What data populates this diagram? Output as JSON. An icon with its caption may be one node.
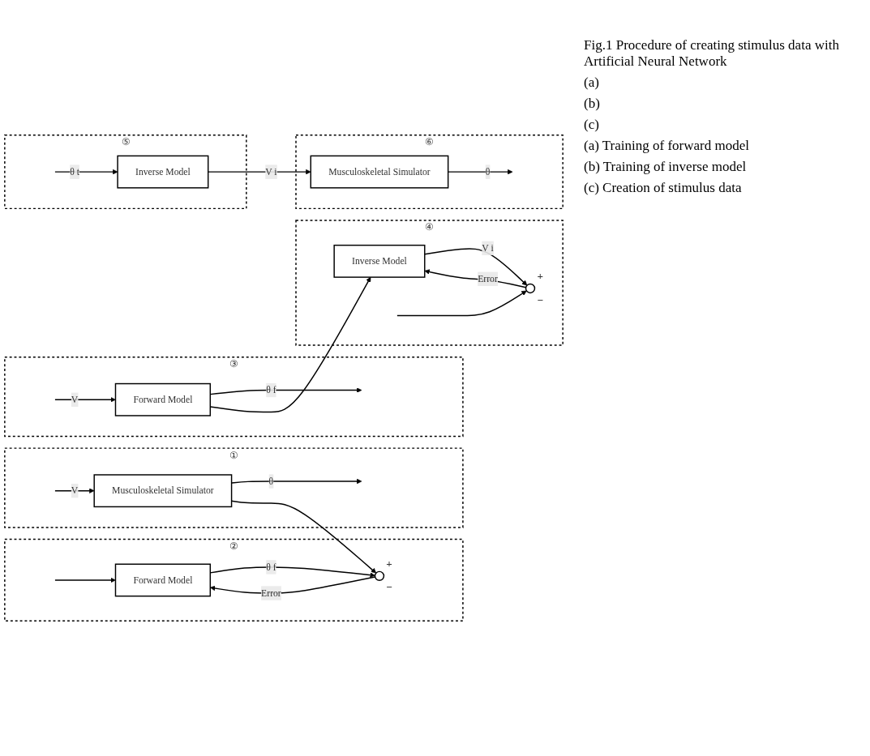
{
  "diagram": {
    "caption": "Fig.1 Procedure of creating stimulus data with Artificial Neural Network",
    "nodes": [
      {
        "text": [
          "②"
        ]
      },
      {
        "text": [
          "Forward Model"
        ],
        "in": 0
      },
      {
        "text": [],
        "shape": "circle",
        "in": 0,
        "beside": [
          "+",
          "−"
        ]
      },
      {
        "text": [
          "①"
        ]
      },
      {
        "text": [
          "Musculoskeletal Simulator"
        ],
        "in": 3
      },
      {
        "text": [
          "④"
        ]
      },
      {
        "text": [
          "Inverse Model"
        ],
        "in": 5
      },
      {
        "text": [],
        "shape": "circle",
        "in": 5,
        "beside": [
          "+",
          "−"
        ]
      },
      {
        "text": [
          "③"
        ]
      },
      {
        "text": [
          "Forward Model"
        ],
        "in": 8
      },
      {
        "text": [
          "⑤"
        ]
      },
      {
        "text": [
          "Inverse Model"
        ],
        "in": 10
      },
      {
        "text": [
          "⑥"
        ]
      },
      {
        "text": [
          "Musculoskeletal Simulator"
        ],
        "in": 12
      }
    ],
    "edges": [
      {
        "from": null,
        "to": 4,
        "arrow": "to",
        "label": "V"
      },
      {
        "from": null,
        "to": 1,
        "arrow": "to"
      },
      {
        "from": 4,
        "to": null,
        "arrow": "to",
        "label": "θ"
      },
      {
        "from": 4,
        "to": 2,
        "arrow": "to"
      },
      {
        "from": 1,
        "to": 2,
        "arrow": "to",
        "label": "θ f"
      },
      {
        "from": 2,
        "to": 1,
        "arrow": "to",
        "label": "Error"
      },
      {
        "from": null,
        "to": 9,
        "arrow": "to",
        "label": "V"
      },
      {
        "from": null,
        "to": 7,
        "arrow": "to"
      },
      {
        "from": 9,
        "to": null,
        "arrow": "to",
        "label": "θ f"
      },
      {
        "from": 9,
        "to": 6,
        "arrow": "to"
      },
      {
        "from": 6,
        "to": 7,
        "arrow": "to",
        "label": "V i"
      },
      {
        "from": 7,
        "to": 6,
        "arrow": "to",
        "label": "Error"
      },
      {
        "from": null,
        "to": 11,
        "arrow": "to",
        "label": "θ t"
      },
      {
        "from": 11,
        "to": 13,
        "arrow": "to",
        "label": "V i"
      },
      {
        "from": 13,
        "to": null,
        "arrow": "to",
        "label": "θ"
      }
    ],
    "labels": [
      "(a)",
      "(b)",
      "(c)",
      "(a) Training of forward model",
      "(b) Training of inverse model",
      "(c) Creation of stimulus data"
    ]
  }
}
